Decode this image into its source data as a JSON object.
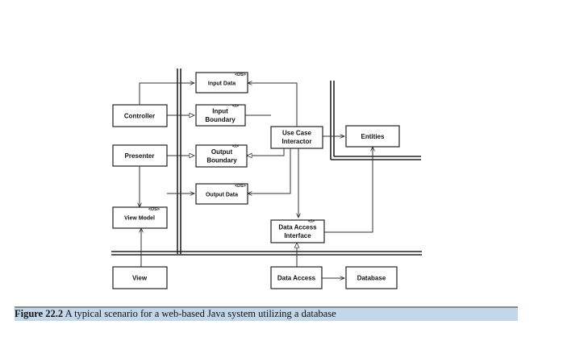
{
  "nodes": {
    "controller": "Controller",
    "presenter": "Presenter",
    "view_model": "View Model",
    "view": "View",
    "input_data": "Input Data",
    "input_boundary_1": "Input",
    "input_boundary_2": "Boundary",
    "output_boundary_1": "Output",
    "output_boundary_2": "Boundary",
    "output_data": "Output Data",
    "use_case_1": "Use Case",
    "use_case_2": "Interactor",
    "entities": "Entities",
    "data_access_interface_1": "Data Access",
    "data_access_interface_2": "Interface",
    "data_access": "Data Access",
    "database": "Database"
  },
  "stereotypes": {
    "ds": "<DS>",
    "interface": "<I>"
  },
  "caption": {
    "label": "Figure 22.2",
    "text": " A typical scenario for a web-based Java system utilizing a database"
  }
}
